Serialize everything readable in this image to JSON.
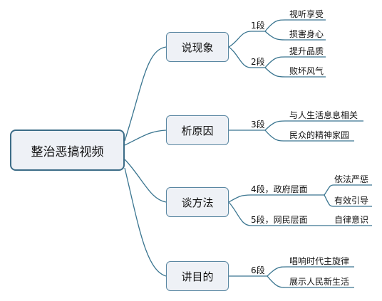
{
  "root": {
    "label": "整治恶搞视频"
  },
  "topics": [
    {
      "label": "说现象"
    },
    {
      "label": "析原因"
    },
    {
      "label": "谈方法"
    },
    {
      "label": "讲目的"
    }
  ],
  "sub_branches": [
    {
      "label": "1段"
    },
    {
      "label": "2段"
    },
    {
      "label": "3段"
    },
    {
      "label": "4段，政府层面"
    },
    {
      "label": "5段，网民层面"
    },
    {
      "label": "6段"
    }
  ],
  "leaves": [
    {
      "label": "视听享受"
    },
    {
      "label": "损害身心"
    },
    {
      "label": "提升品质"
    },
    {
      "label": "败坏风气"
    },
    {
      "label": "与人生活息息相关"
    },
    {
      "label": "民众的精神家园"
    },
    {
      "label": "依法严惩"
    },
    {
      "label": "有效引导"
    },
    {
      "label": "自律意识"
    },
    {
      "label": "唱响时代主旋律"
    },
    {
      "label": "展示人民新生活"
    }
  ],
  "colors": {
    "line": "#336f86",
    "node_fill": "#eef1f6",
    "node_border": "#3c6c87"
  }
}
